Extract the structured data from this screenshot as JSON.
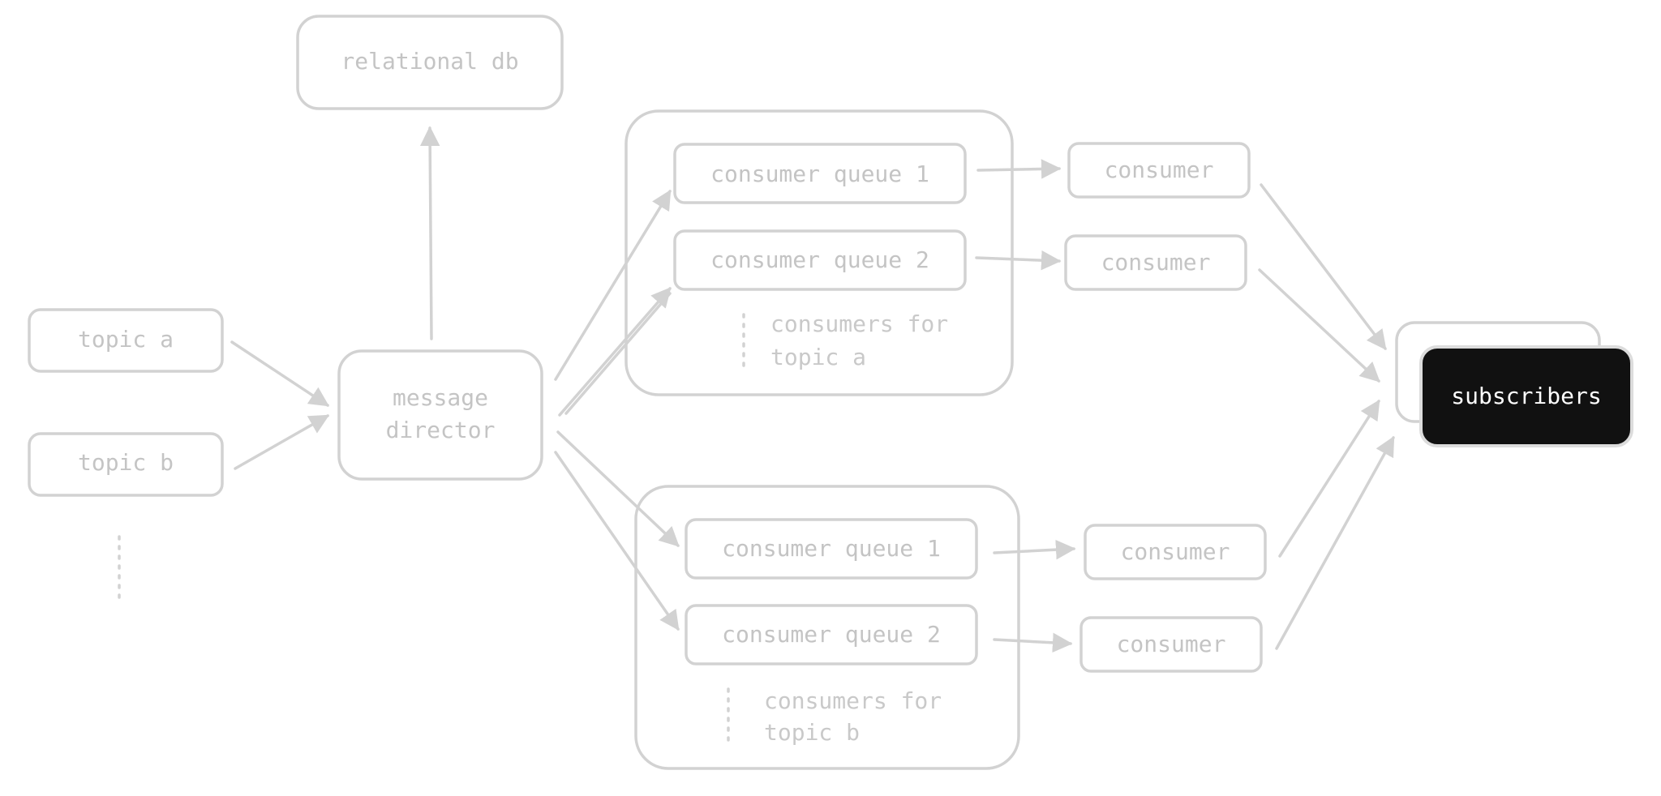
{
  "diagram": {
    "colors": {
      "stroke": "#d2d2d2",
      "text": "#c4c4c4",
      "highlight_fill": "#111111",
      "highlight_text": "#ffffff"
    },
    "relational_db": {
      "label": "relational db"
    },
    "topics": [
      {
        "label": "topic a"
      },
      {
        "label": "topic b"
      }
    ],
    "more_topics_marker": "⋮",
    "message_director": {
      "line1": "message",
      "line2": "director"
    },
    "group_a": {
      "queues": [
        {
          "label": "consumer queue 1"
        },
        {
          "label": "consumer queue 2"
        }
      ],
      "note": {
        "line1": "consumers for",
        "line2": "topic a"
      }
    },
    "group_b": {
      "queues": [
        {
          "label": "consumer queue 1"
        },
        {
          "label": "consumer queue 2"
        }
      ],
      "note": {
        "line1": "consumers for",
        "line2": "topic b"
      }
    },
    "consumers": [
      {
        "label": "consumer"
      },
      {
        "label": "consumer"
      },
      {
        "label": "consumer"
      },
      {
        "label": "consumer"
      }
    ],
    "subscribers": {
      "label": "subscribers"
    }
  }
}
